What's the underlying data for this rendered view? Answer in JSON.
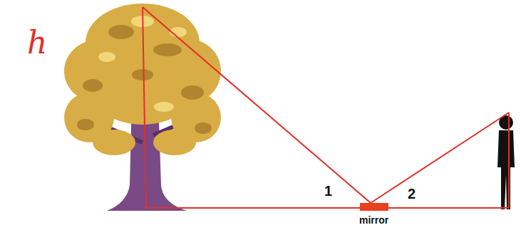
{
  "diagram": {
    "labels": [
      "h",
      "1",
      "2",
      "mirror"
    ]
  }
}
